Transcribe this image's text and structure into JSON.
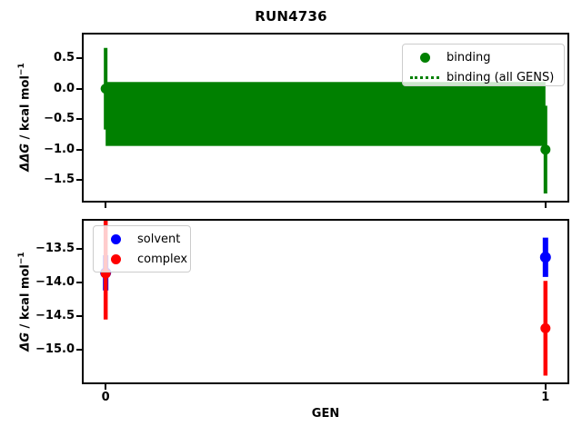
{
  "title": "RUN4736",
  "colors": {
    "binding": "#008000",
    "solvent": "#0000ff",
    "complex": "#ff0000",
    "axis": "#000000",
    "legend_border": "#cccccc"
  },
  "chart_data": [
    {
      "type": "scatter",
      "name": "binding-panel",
      "ylabel": {
        "main": "ΔΔG",
        "rest": " / kcal mol",
        "sup": "−1"
      },
      "xlim": [
        -0.05,
        1.05
      ],
      "ylim": [
        -1.84,
        0.89
      ],
      "yticks": [
        0.5,
        0.0,
        -0.5,
        -1.0,
        -1.5
      ],
      "ytick_labels": [
        "0.5",
        "0.0",
        "−0.5",
        "−1.0",
        "−1.5"
      ],
      "xticks": [
        0,
        1
      ],
      "xtick_labels": [],
      "band": {
        "label": "binding (all GENS)",
        "x": [
          0,
          1
        ],
        "y_top": 0.11,
        "y_bottom": -0.94,
        "value": -0.42,
        "color": "#008000"
      },
      "series": [
        {
          "name": "binding",
          "color": "#008000",
          "lw": 4,
          "marker_r": 5.5,
          "points": [
            {
              "x": 0,
              "y": 0.0,
              "err_up": 0.67,
              "err_down": 0.67
            },
            {
              "x": 1,
              "y": -1.0,
              "err_up": 0.72,
              "err_down": 0.72
            }
          ]
        }
      ],
      "legend": {
        "position": "upper-right",
        "entries": [
          {
            "label": "binding",
            "type": "marker",
            "color": "#008000"
          },
          {
            "label": "binding (all GENS)",
            "type": "dotted-line",
            "color": "#008000"
          }
        ]
      }
    },
    {
      "type": "scatter",
      "name": "free-energy-panel",
      "ylabel": {
        "main": "ΔG",
        "rest": " / kcal mol",
        "sup": "−1"
      },
      "xlabel": "GEN",
      "xlim": [
        -0.05,
        1.05
      ],
      "ylim": [
        -15.48,
        -13.09
      ],
      "yticks": [
        -13.5,
        -14.0,
        -14.5,
        -15.0
      ],
      "ytick_labels": [
        "−13.5",
        "−14.0",
        "−14.5",
        "−15.0"
      ],
      "xticks": [
        0,
        1
      ],
      "xtick_labels": [
        "0",
        "1"
      ],
      "series": [
        {
          "name": "solvent",
          "color": "#0000ff",
          "lw": 6,
          "marker_r": 6,
          "points": [
            {
              "x": 0,
              "y": -13.86,
              "err_up": 0.26,
              "err_down": 0.26
            },
            {
              "x": 1,
              "y": -13.63,
              "err_up": 0.29,
              "err_down": 0.29
            }
          ]
        },
        {
          "name": "complex",
          "color": "#ff0000",
          "lw": 4.5,
          "marker_r": 5.5,
          "points": [
            {
              "x": 0,
              "y": -13.87,
              "err_up": 0.85,
              "err_down": 0.68
            },
            {
              "x": 1,
              "y": -14.68,
              "err_up": 0.7,
              "err_down": 0.7
            }
          ]
        }
      ],
      "legend": {
        "position": "upper-left",
        "entries": [
          {
            "label": "solvent",
            "type": "marker",
            "color": "#0000ff"
          },
          {
            "label": "complex",
            "type": "marker",
            "color": "#ff0000"
          }
        ]
      }
    }
  ]
}
